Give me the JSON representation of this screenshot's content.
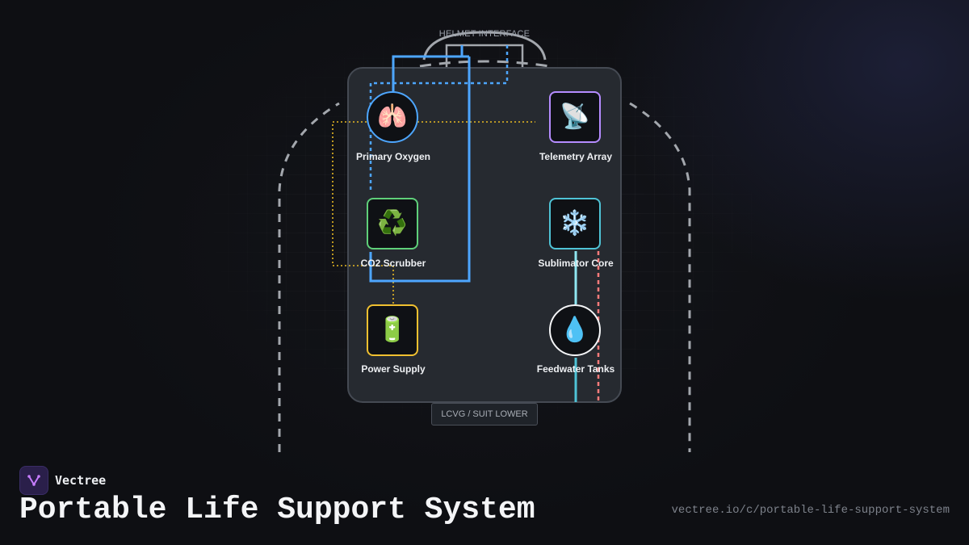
{
  "helmet_label": "HELMET INTERFACE",
  "lower_label": "LCVG / SUIT LOWER",
  "nodes": {
    "primary_oxygen": {
      "label": "Primary Oxygen",
      "icon": "🫁",
      "icon_name": "lungs-icon",
      "color": "#4da6ff"
    },
    "telemetry_array": {
      "label": "Telemetry Array",
      "icon": "📡",
      "icon_name": "satellite-dish-icon",
      "color": "#b58cff"
    },
    "co2_scrubber": {
      "label": "CO2 Scrubber",
      "icon": "♻️",
      "icon_name": "recycle-icon",
      "color": "#5fd07a"
    },
    "sublimator_core": {
      "label": "Sublimator Core",
      "icon": "❄️",
      "icon_name": "snowflake-icon",
      "color": "#4fc3d6"
    },
    "power_supply": {
      "label": "Power Supply",
      "icon": "🔋",
      "icon_name": "battery-icon",
      "color": "#f0c030"
    },
    "feedwater_tanks": {
      "label": "Feedwater Tanks",
      "icon": "💧",
      "icon_name": "water-drop-icon",
      "color": "#f4f5f7"
    }
  },
  "brand": {
    "name": "Vectree"
  },
  "title": "Portable Life Support System",
  "url": "vectree.io/c/portable-life-support-system",
  "colors": {
    "oxygen_line": "#4da6ff",
    "power_line": "#e8b923",
    "coolant_line": "#8fe6f0",
    "return_line": "#ff7b7b",
    "suit_outline": "#a3a7ad"
  }
}
